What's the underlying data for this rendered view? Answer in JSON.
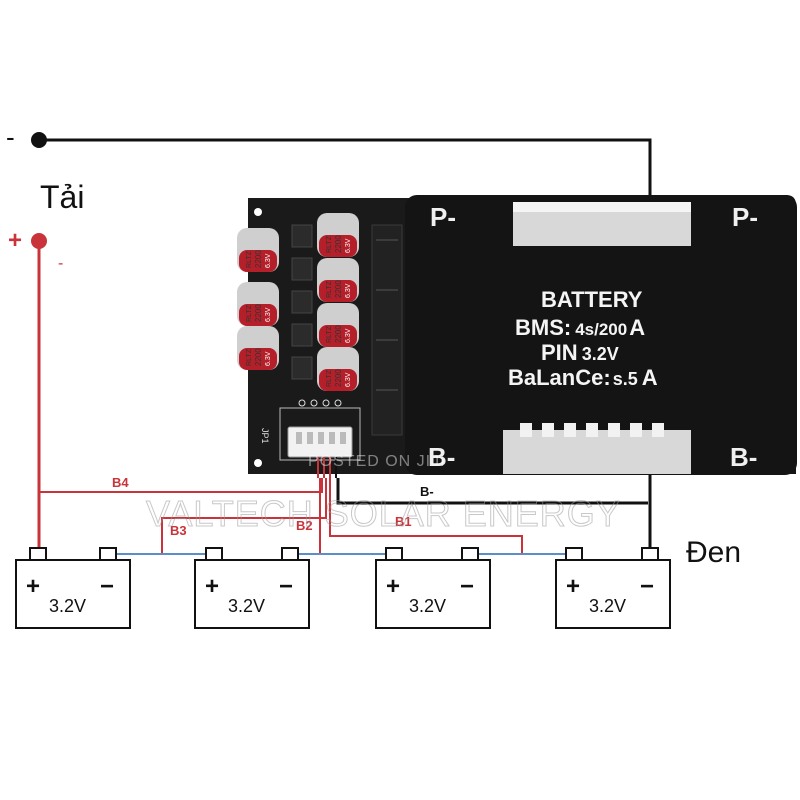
{
  "load": {
    "title": "Tải",
    "neg_sign": "-",
    "pos_sign": "+",
    "pos_note": "-"
  },
  "board": {
    "p_left": "P-",
    "p_right": "P-",
    "b_left": "B-",
    "b_right": "B-",
    "header_label": "JP1",
    "capacitors": [
      {
        "brand": "RLTZ",
        "value": "2200",
        "volt": "6.3V"
      },
      {
        "brand": "RLTZ",
        "value": "2200",
        "volt": "6.3V"
      },
      {
        "brand": "RLTZ",
        "value": "2200",
        "volt": "6.3V"
      },
      {
        "brand": "RLTZ",
        "value": "2200",
        "volt": "6.3V"
      },
      {
        "brand": "RLTZ",
        "value": "2200",
        "volt": "6.3V"
      },
      {
        "brand": "RLTZ",
        "value": "2200",
        "volt": "6.3V"
      },
      {
        "brand": "RLTZ",
        "value": "2200",
        "volt": "6.3V"
      }
    ],
    "label": {
      "line1": "BATTERY",
      "line2_a": "BMS:",
      "line2_b": "4s/200",
      "line2_c": "A",
      "line3_a": "PIN",
      "line3_b": "3.2V",
      "line4_a": "BaLanCe:",
      "line4_b": "s.5",
      "line4_c": "A"
    }
  },
  "wires": {
    "b4": "B4",
    "b3": "B3",
    "b2": "B2",
    "b1": "B1",
    "bneg": "B-"
  },
  "ground_label": "Đen",
  "batteries": [
    {
      "plus": "+",
      "minus": "−",
      "voltage": "3.2V"
    },
    {
      "plus": "+",
      "minus": "−",
      "voltage": "3.2V"
    },
    {
      "plus": "+",
      "minus": "−",
      "voltage": "3.2V"
    },
    {
      "plus": "+",
      "minus": "−",
      "voltage": "3.2V"
    }
  ],
  "watermark": {
    "posted": "POSTED ON JIJI",
    "brand": "VALTECH SOLAR ENERGY"
  },
  "colors": {
    "red_wire": "#c8343a",
    "black_wire": "#111111",
    "blue_link": "#5b8fc7",
    "board": "#141414",
    "capacitor_top": "#c9c9c9",
    "capacitor_red": "#b51f2a"
  }
}
